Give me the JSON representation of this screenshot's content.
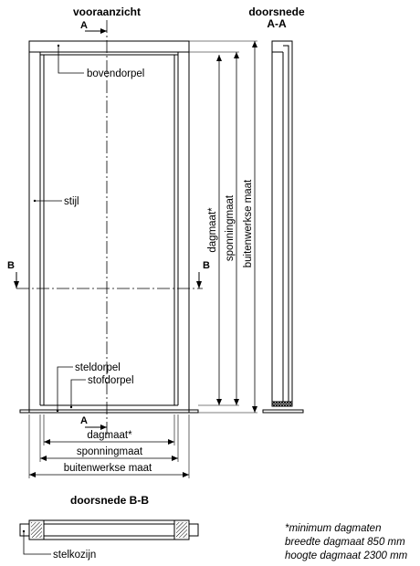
{
  "views": {
    "front_title": "vooraanzicht",
    "section_aa_title": "doorsnede",
    "section_aa_sub": "A-A",
    "section_bb_title": "doorsnede B-B"
  },
  "section_marks": {
    "a_top": "A",
    "a_bottom": "A",
    "b_left": "B",
    "b_right": "B"
  },
  "labels": {
    "bovendorpel": "bovendorpel",
    "stijl": "stijl",
    "steldorpel": "steldorpel",
    "stofdorpel": "stofdorpel",
    "stelkozijn": "stelkozijn"
  },
  "dimensions": {
    "dagmaat_h": "dagmaat*",
    "sponningmaat_h": "sponningmaat",
    "buitenwerkse_h": "buitenwerkse maat",
    "dagmaat_v": "dagmaat*",
    "sponningmaat_v": "sponningmaat",
    "buitenwerkse_v": "buitenwerkse maat"
  },
  "notes": {
    "line1": "*minimum dagmaten",
    "line2": "breedte dagmaat 850 mm",
    "line3": "hoogte dagmaat 2300 mm"
  }
}
